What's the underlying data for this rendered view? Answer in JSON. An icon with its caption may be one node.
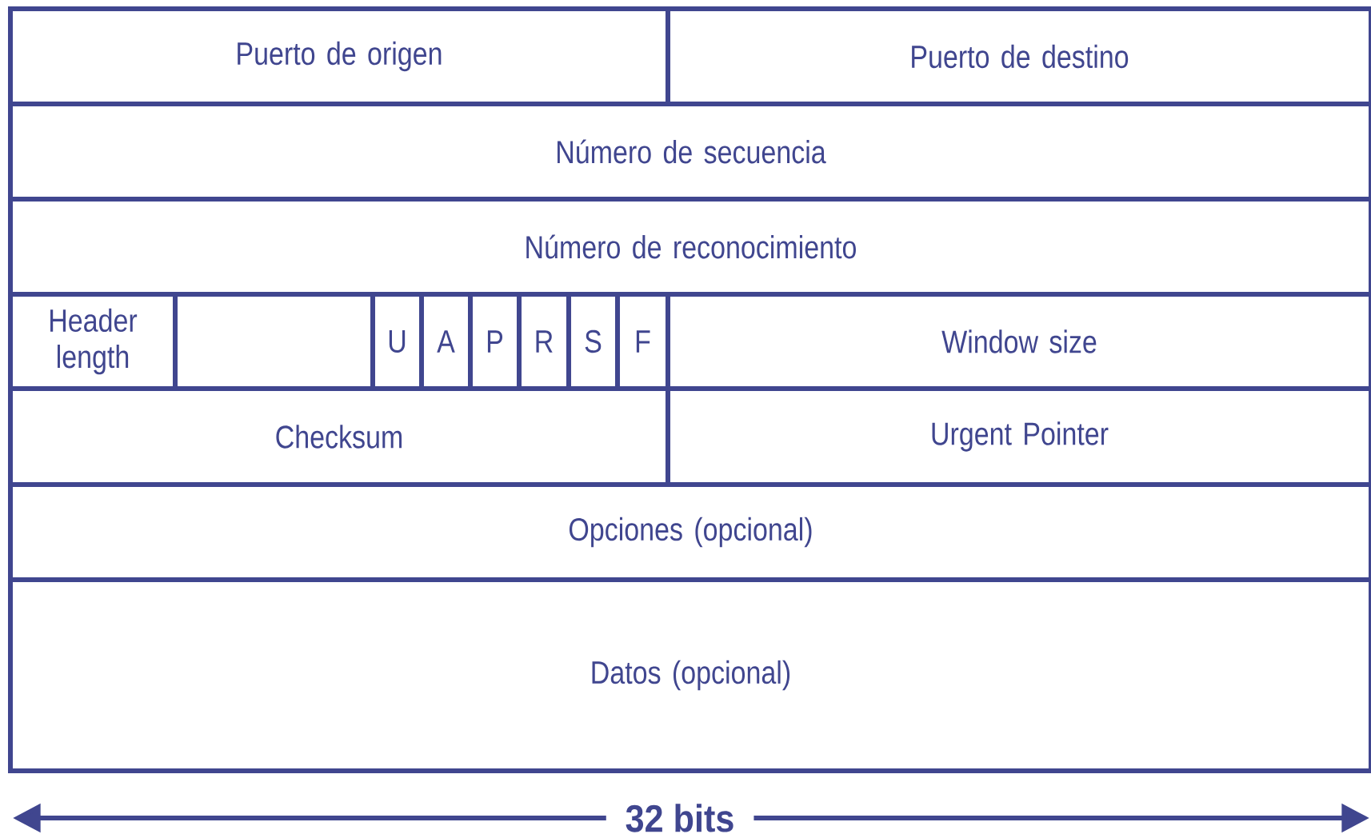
{
  "diagram": {
    "nodes": [
      {
        "text": [
          "Puerto de origen"
        ]
      },
      {
        "text": [
          "Puerto de destino"
        ]
      },
      {
        "text": [
          "Número de secuencia"
        ]
      },
      {
        "text": [
          "Número de reconocimiento"
        ]
      },
      {
        "text": [
          "Header length"
        ]
      },
      {
        "text": [],
        "shape": "box"
      },
      {
        "text": [
          "U"
        ]
      },
      {
        "text": [
          "A"
        ]
      },
      {
        "text": [
          "P"
        ]
      },
      {
        "text": [
          "R"
        ]
      },
      {
        "text": [
          "S"
        ]
      },
      {
        "text": [
          "F"
        ]
      },
      {
        "text": [
          "Window size"
        ]
      },
      {
        "text": [
          "Checksum"
        ]
      },
      {
        "text": [
          "Urgent Pointer"
        ]
      },
      {
        "text": [
          "Opciones (opcional)"
        ]
      },
      {
        "text": [
          "Datos (opcional)"
        ]
      }
    ],
    "edges": [],
    "labels": [
      "32 bits"
    ]
  }
}
